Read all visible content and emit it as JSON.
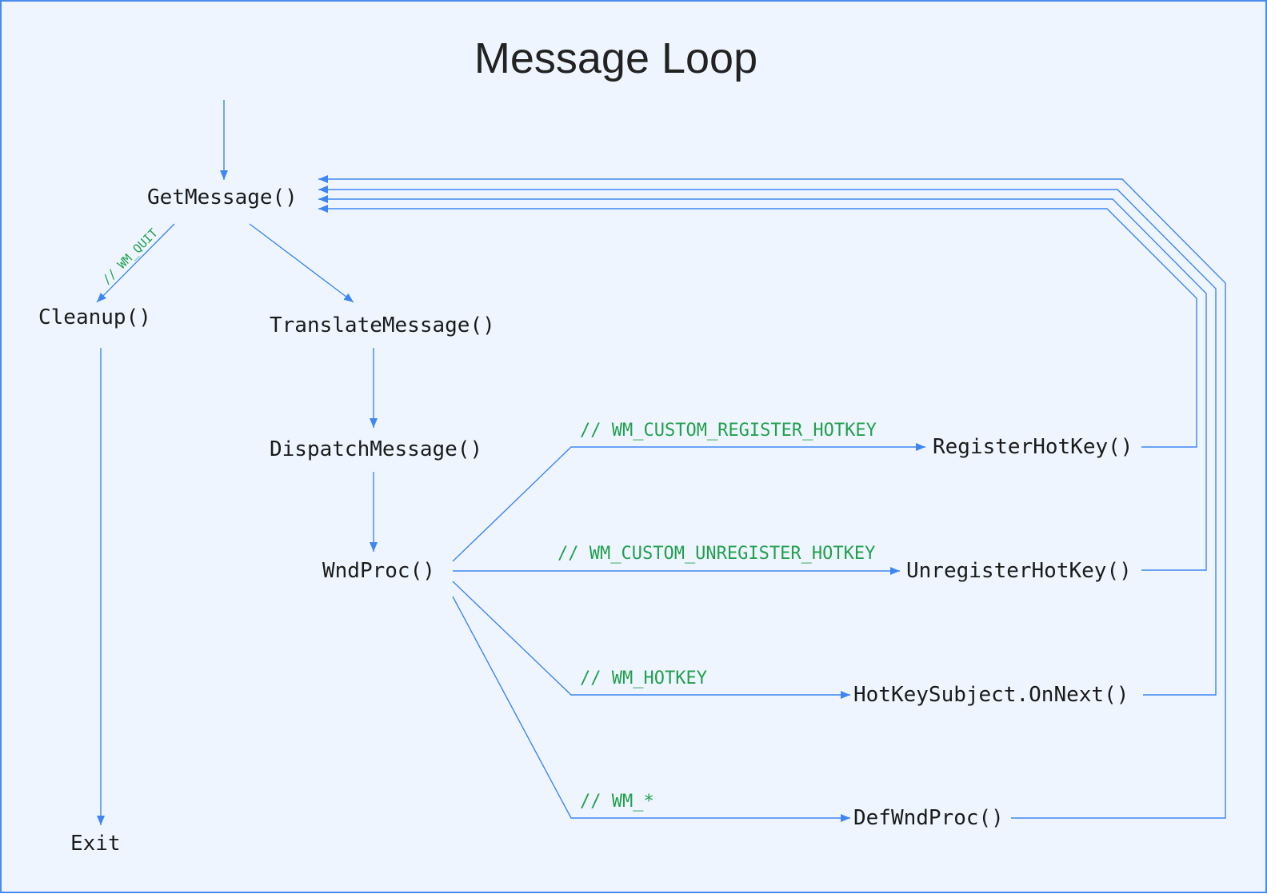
{
  "diagram": {
    "title": "Message Loop",
    "colors": {
      "background": "#eef5ff",
      "edge": "#3f86f2",
      "label": "#22a04e",
      "text": "#1a1a1a"
    },
    "nodes": {
      "get_message": "GetMessage()",
      "cleanup": "Cleanup()",
      "exit": "Exit",
      "translate_message": "TranslateMessage()",
      "dispatch_message": "DispatchMessage()",
      "wnd_proc": "WndProc()",
      "register_hotkey": "RegisterHotKey()",
      "unregister_hotkey": "UnregisterHotKey()",
      "hotkey_subject_on_next": "HotKeySubject.OnNext()",
      "def_wnd_proc": "DefWndProc()"
    },
    "edge_labels": {
      "wm_quit": "// WM_QUIT",
      "wm_custom_register_hotkey": "// WM_CUSTOM_REGISTER_HOTKEY",
      "wm_custom_unregister_hotkey": "// WM_CUSTOM_UNREGISTER_HOTKEY",
      "wm_hotkey": "// WM_HOTKEY",
      "wm_any": "// WM_*"
    },
    "edges": [
      {
        "from": "start",
        "to": "GetMessage()"
      },
      {
        "from": "GetMessage()",
        "to": "Cleanup()",
        "label": "// WM_QUIT"
      },
      {
        "from": "GetMessage()",
        "to": "TranslateMessage()"
      },
      {
        "from": "Cleanup()",
        "to": "Exit"
      },
      {
        "from": "TranslateMessage()",
        "to": "DispatchMessage()"
      },
      {
        "from": "DispatchMessage()",
        "to": "WndProc()"
      },
      {
        "from": "WndProc()",
        "to": "RegisterHotKey()",
        "label": "// WM_CUSTOM_REGISTER_HOTKEY"
      },
      {
        "from": "WndProc()",
        "to": "UnregisterHotKey()",
        "label": "// WM_CUSTOM_UNREGISTER_HOTKEY"
      },
      {
        "from": "WndProc()",
        "to": "HotKeySubject.OnNext()",
        "label": "// WM_HOTKEY"
      },
      {
        "from": "WndProc()",
        "to": "DefWndProc()",
        "label": "// WM_*"
      },
      {
        "from": "RegisterHotKey()",
        "to": "GetMessage()"
      },
      {
        "from": "UnregisterHotKey()",
        "to": "GetMessage()"
      },
      {
        "from": "HotKeySubject.OnNext()",
        "to": "GetMessage()"
      },
      {
        "from": "DefWndProc()",
        "to": "GetMessage()"
      }
    ]
  }
}
